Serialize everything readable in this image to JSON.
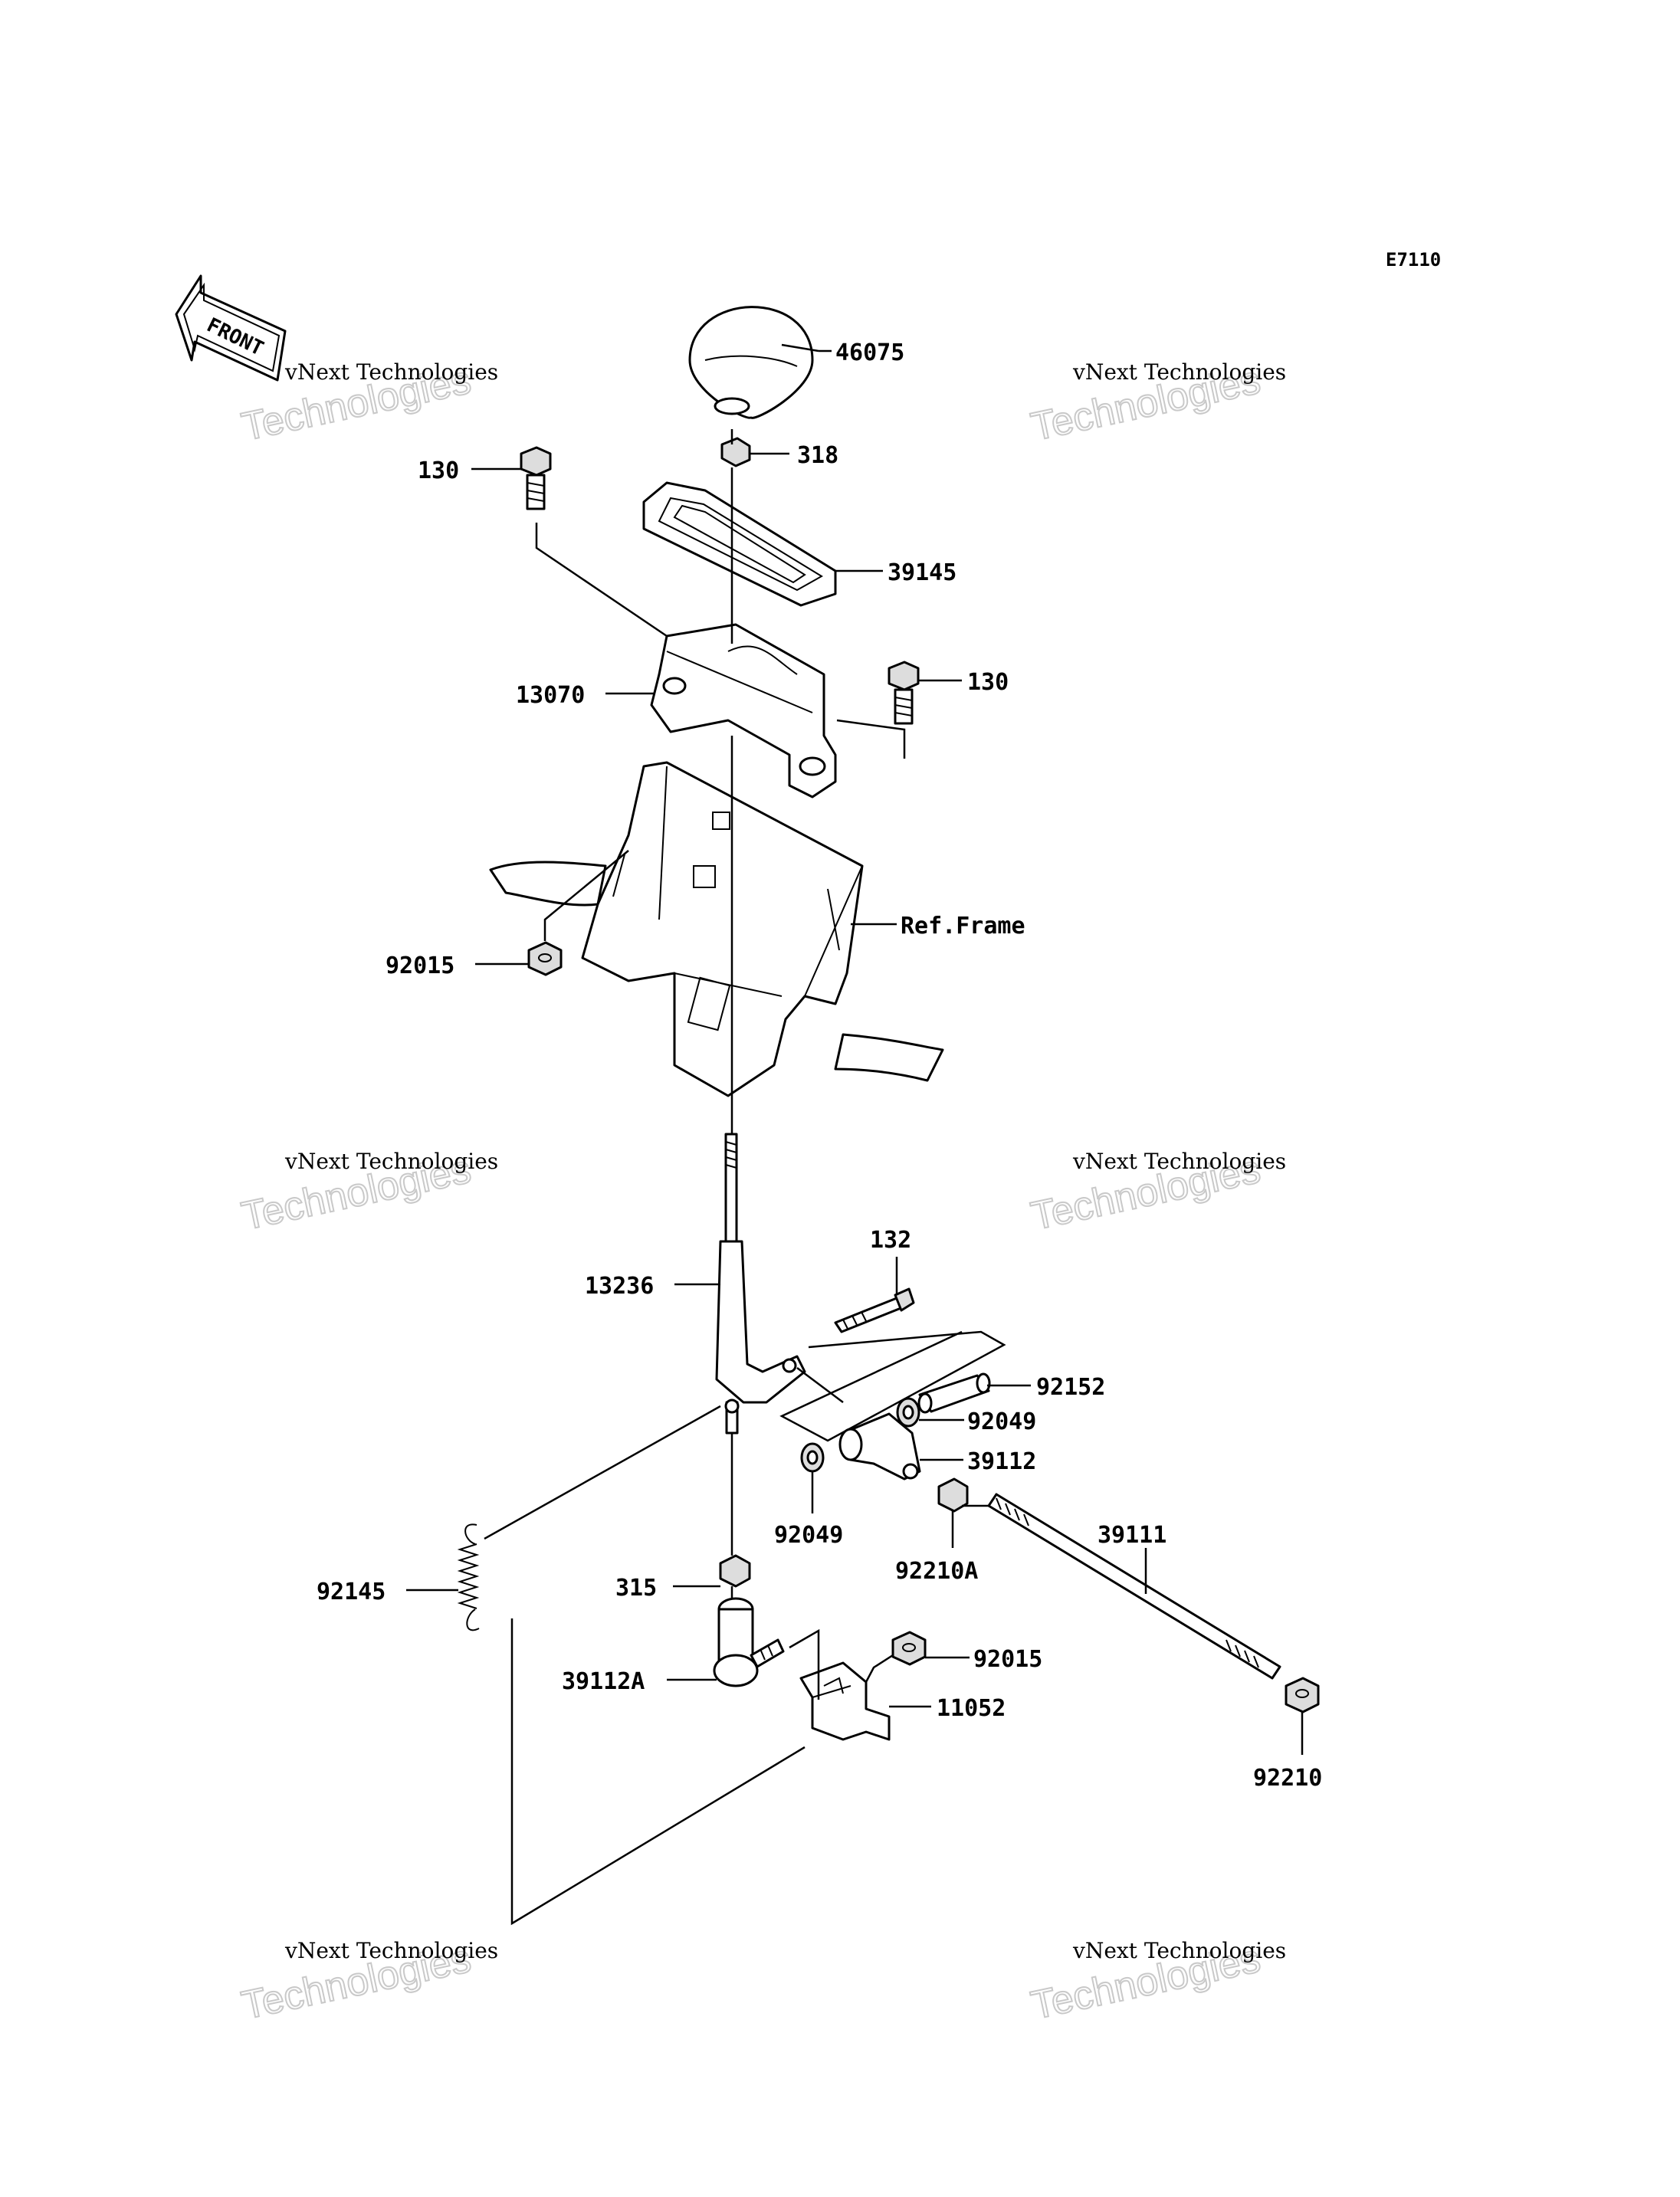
{
  "diagram_code": "E7110",
  "front_arrow_label": "FRONT",
  "watermark": {
    "line1": "vNext Technologies",
    "line2": "vNext Technologies"
  },
  "parts": {
    "p46075": "46075",
    "p318": "318",
    "p39145": "39145",
    "p130a": "130",
    "p130b": "130",
    "p13070": "13070",
    "ref_frame": "Ref.Frame",
    "p92015a": "92015",
    "p132": "132",
    "p13236": "13236",
    "p92152": "92152",
    "p92049a": "92049",
    "p39112": "39112",
    "p92049b": "92049",
    "p92210a": "92210A",
    "p39111": "39111",
    "p92145": "92145",
    "p315": "315",
    "p92015b": "92015",
    "p39112a": "39112A",
    "p11052": "11052",
    "p92210": "92210"
  }
}
